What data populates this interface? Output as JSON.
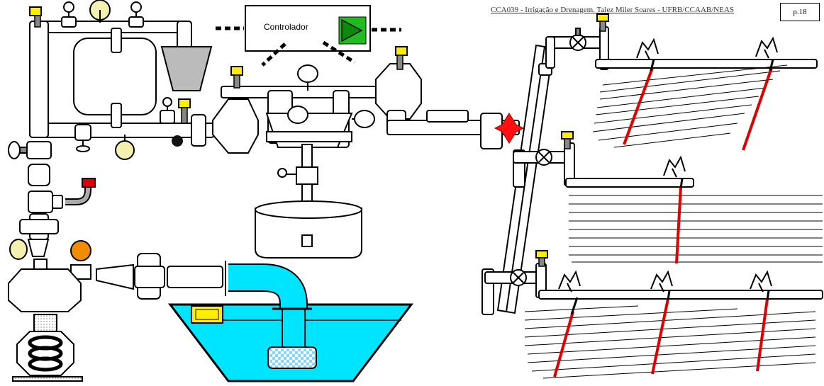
{
  "header": {
    "course_title": "CCA039 - Irrigação e Drenagem. Talez Miler Soares - UFRB/CCAAB/NEAS",
    "page_number": "p.18"
  },
  "controller": {
    "label": "Controlador",
    "play_color": "#22bb22"
  },
  "colors": {
    "water": "#00e5ff",
    "pipe_stroke": "#000000",
    "valve_cap": "#ffee00",
    "lateral_line": "#e00000",
    "gauge_face": "#f3f0b0",
    "flow_gauge": "#f08c00",
    "red_cap": "#dd0000",
    "float": "#ffee00",
    "filter_hatch": "#7fd8ff"
  },
  "icons": [
    "pressure-gauge-icon",
    "valve-handle-icon",
    "play-icon",
    "float-switch-icon",
    "sprinkler-icon"
  ]
}
